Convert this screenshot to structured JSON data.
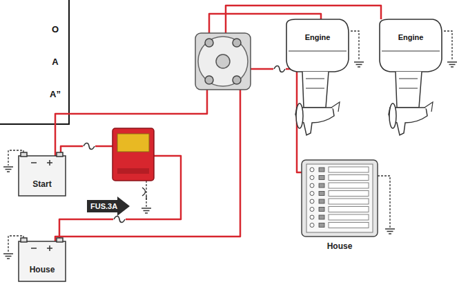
{
  "diagram": {
    "nodes": [
      {
        "text": [
          "O A A”"
        ]
      },
      {
        "text": [
          "Engine"
        ]
      },
      {
        "text": [
          "Engine"
        ]
      },
      {
        "text": [
          "Start"
        ]
      },
      {
        "text": [
          "FUS.3A"
        ]
      },
      {
        "text": [
          "House"
        ]
      },
      {
        "text": [
          "House"
        ]
      }
    ]
  }
}
